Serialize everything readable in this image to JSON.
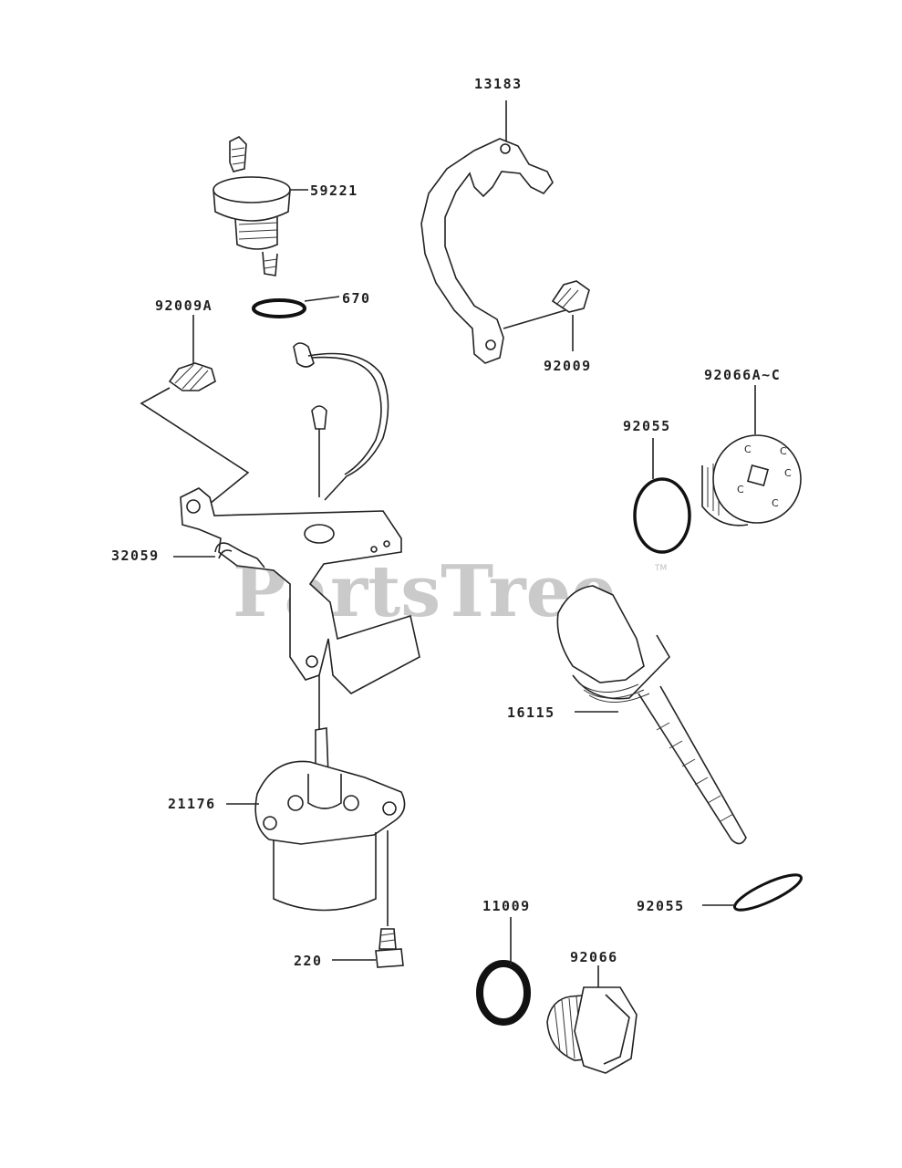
{
  "watermark": {
    "text": "PartsTree",
    "tm": "TM"
  },
  "parts": [
    {
      "id": "13183",
      "name": "bracket"
    },
    {
      "id": "59221",
      "name": "fuel-valve"
    },
    {
      "id": "670",
      "name": "o-ring-small"
    },
    {
      "id": "92009A",
      "name": "bolt-a"
    },
    {
      "id": "92009",
      "name": "bolt"
    },
    {
      "id": "92066A~C",
      "name": "plug-cap"
    },
    {
      "id": "92055",
      "name": "o-ring-upper"
    },
    {
      "id": "32059",
      "name": "clamp"
    },
    {
      "id": "16115",
      "name": "dipstick"
    },
    {
      "id": "21176",
      "name": "sensor-switch"
    },
    {
      "id": "11009",
      "name": "gasket"
    },
    {
      "id": "92055",
      "name": "o-ring-lower"
    },
    {
      "id": "92066",
      "name": "drain-plug"
    },
    {
      "id": "220",
      "name": "screw"
    }
  ]
}
